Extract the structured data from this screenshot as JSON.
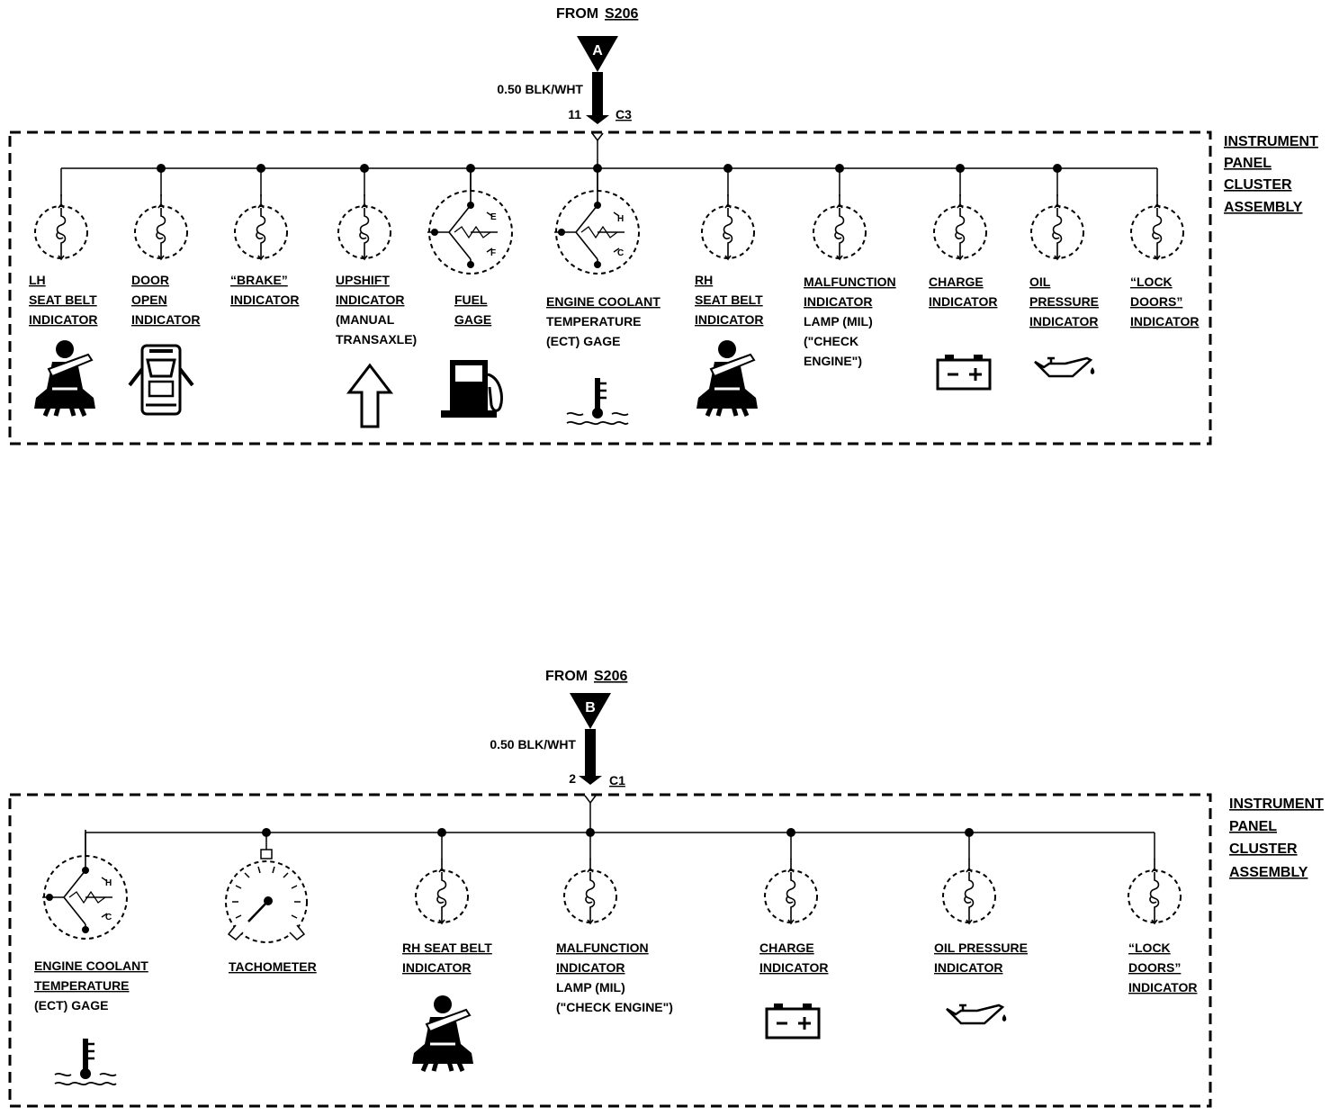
{
  "colors": {
    "ink": "#000000",
    "background": "#ffffff"
  },
  "panel_a": {
    "from": "FROM",
    "splice": "S206",
    "marker": "A",
    "wire": "0.50 BLK/WHT",
    "pin": "11",
    "connector": "C3",
    "assembly": [
      "INSTRUMENT",
      "PANEL",
      "CLUSTER",
      "ASSEMBLY"
    ],
    "items": [
      {
        "label": [
          "LH",
          "SEAT BELT",
          "INDICATOR"
        ],
        "icon": "seat-belt-icon"
      },
      {
        "label": [
          "DOOR",
          "OPEN",
          "INDICATOR"
        ],
        "icon": "door-open-car-icon"
      },
      {
        "label": [
          "“BRAKE”",
          "INDICATOR"
        ],
        "icon": null
      },
      {
        "label": [
          "UPSHIFT",
          "INDICATOR",
          "(MANUAL",
          "TRANSAXLE)"
        ],
        "icon": "up-arrow-icon"
      },
      {
        "label": [
          "FUEL",
          "GAGE"
        ],
        "icon": "fuel-pump-icon",
        "gauge_marks": [
          "E",
          "F"
        ]
      },
      {
        "label": [
          "ENGINE COOLANT",
          "TEMPERATURE",
          "(ECT) GAGE"
        ],
        "icon": "coolant-temp-icon",
        "gauge_marks": [
          "H",
          "C"
        ]
      },
      {
        "label": [
          "RH",
          "SEAT BELT",
          "INDICATOR"
        ],
        "icon": "seat-belt-icon"
      },
      {
        "label": [
          "MALFUNCTION",
          "INDICATOR",
          "LAMP (MIL)",
          "(\"CHECK",
          "ENGINE\")"
        ],
        "icon": null
      },
      {
        "label": [
          "CHARGE",
          "INDICATOR"
        ],
        "icon": "battery-icon"
      },
      {
        "label": [
          "OIL",
          "PRESSURE",
          "INDICATOR"
        ],
        "icon": "oil-can-icon"
      },
      {
        "label": [
          "“LOCK",
          "DOORS”",
          "INDICATOR"
        ],
        "icon": null
      }
    ]
  },
  "panel_b": {
    "from": "FROM",
    "splice": "S206",
    "marker": "B",
    "wire": "0.50 BLK/WHT",
    "pin": "2",
    "connector": "C1",
    "assembly": [
      "INSTRUMENT",
      "PANEL",
      "CLUSTER",
      "ASSEMBLY"
    ],
    "items": [
      {
        "label": [
          "ENGINE COOLANT",
          "TEMPERATURE",
          "(ECT) GAGE"
        ],
        "icon": "coolant-temp-icon",
        "gauge_marks": [
          "H",
          "C"
        ]
      },
      {
        "label": [
          "TACHOMETER"
        ],
        "icon": null
      },
      {
        "label": [
          "RH SEAT BELT",
          "INDICATOR"
        ],
        "icon": "seat-belt-icon"
      },
      {
        "label": [
          "MALFUNCTION",
          "INDICATOR",
          "LAMP (MIL)",
          "(\"CHECK ENGINE\")"
        ],
        "icon": null
      },
      {
        "label": [
          "CHARGE",
          "INDICATOR"
        ],
        "icon": "battery-icon"
      },
      {
        "label": [
          "OIL PRESSURE",
          "INDICATOR"
        ],
        "icon": "oil-can-icon"
      },
      {
        "label": [
          "“LOCK",
          "DOORS”",
          "INDICATOR"
        ],
        "icon": null
      }
    ]
  }
}
